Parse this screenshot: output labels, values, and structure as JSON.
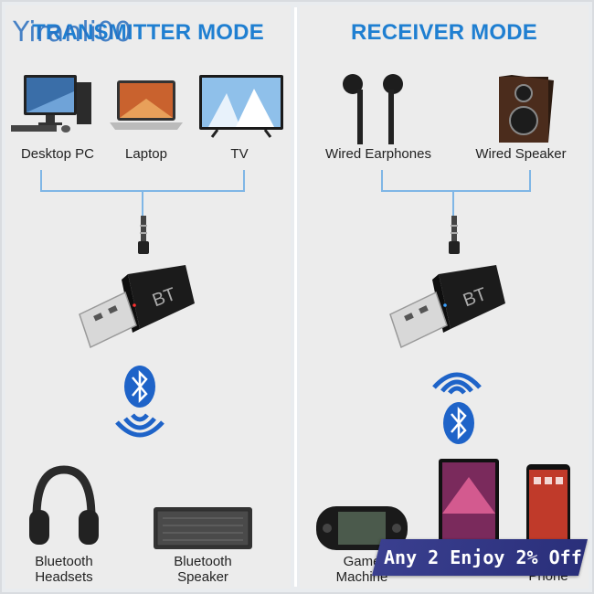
{
  "watermark": "Yiranli00",
  "transmitter": {
    "title": "TRANSMITTER MODE",
    "sources": [
      "Desktop PC",
      "Laptop",
      "TV"
    ],
    "outputs": [
      {
        "line1": "Bluetooth",
        "line2": "Headsets"
      },
      {
        "line1": "Bluetooth",
        "line2": "Speaker"
      }
    ]
  },
  "receiver": {
    "title": "RECEIVER MODE",
    "outputs": [
      "Wired Earphones",
      "Wired Speaker"
    ],
    "sources": [
      {
        "line1": "Game",
        "line2": "Machine"
      },
      {
        "line1": "",
        "line2": ""
      },
      {
        "line1": "",
        "line2": "Phone"
      }
    ]
  },
  "adapter_label": "BT",
  "promo": "Any 2 Enjoy 2% Off",
  "colors": {
    "accent": "#1f7fd1",
    "bluetooth": "#1e63c8",
    "promo": "#2f3585"
  }
}
